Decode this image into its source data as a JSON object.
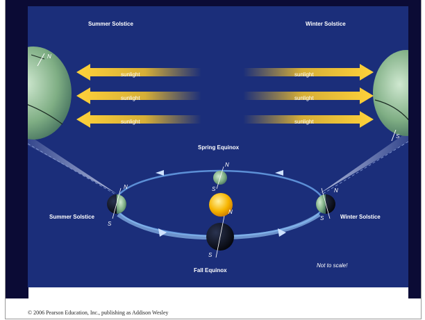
{
  "labels": {
    "summer_solstice_top": "Summer Solstice",
    "winter_solstice_top": "Winter Solstice",
    "spring_equinox": "Spring Equinox",
    "fall_equinox": "Fall Equinox",
    "summer_solstice_orbit": "Summer Solstice",
    "winter_solstice_orbit": "Winter Solstice",
    "not_to_scale": "Not to scale!"
  },
  "sunlight": [
    "sunlight",
    "sunlight",
    "sunlight",
    "sunlight",
    "sunlight",
    "sunlight"
  ],
  "poles": {
    "north": "N",
    "south": "S"
  },
  "footer": {
    "copyright": "© 2006 Pearson Education, Inc., publishing as Addison Wesley"
  },
  "colors": {
    "background": "#1b2e7a",
    "arrow": "#f7c52b",
    "orbit": "#4f7fc8",
    "sun": "#f7b500"
  }
}
